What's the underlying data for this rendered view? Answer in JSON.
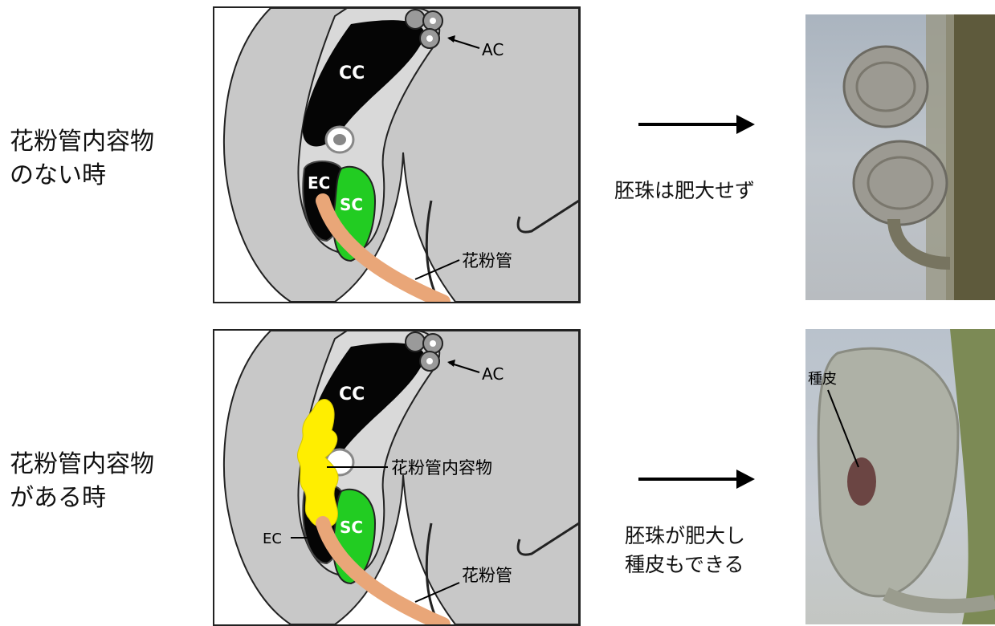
{
  "rows": [
    {
      "condition_line1": "花粉管内容物",
      "condition_line2": "のない時",
      "result_line1": "胚珠は肥大せず",
      "result_line2": ""
    },
    {
      "condition_line1": "花粉管内容物",
      "condition_line2": "がある時",
      "result_line1": "胚珠が肥大し",
      "result_line2": "種皮もできる"
    }
  ],
  "diagram_labels": {
    "cc": "CC",
    "ec": "EC",
    "sc": "SC",
    "ac": "AC",
    "pollen_tube": "花粉管",
    "pollen_tube_contents": "花粉管内容物"
  },
  "photo_labels": {
    "seed_coat": "種皮"
  },
  "colors": {
    "tissue_gray": "#c8c8c8",
    "cell_black": "#050505",
    "synergid_green": "#22cc22",
    "pollen_tube_orange": "#e9a678",
    "contents_yellow": "#ffee00",
    "arrow": "#000000"
  }
}
